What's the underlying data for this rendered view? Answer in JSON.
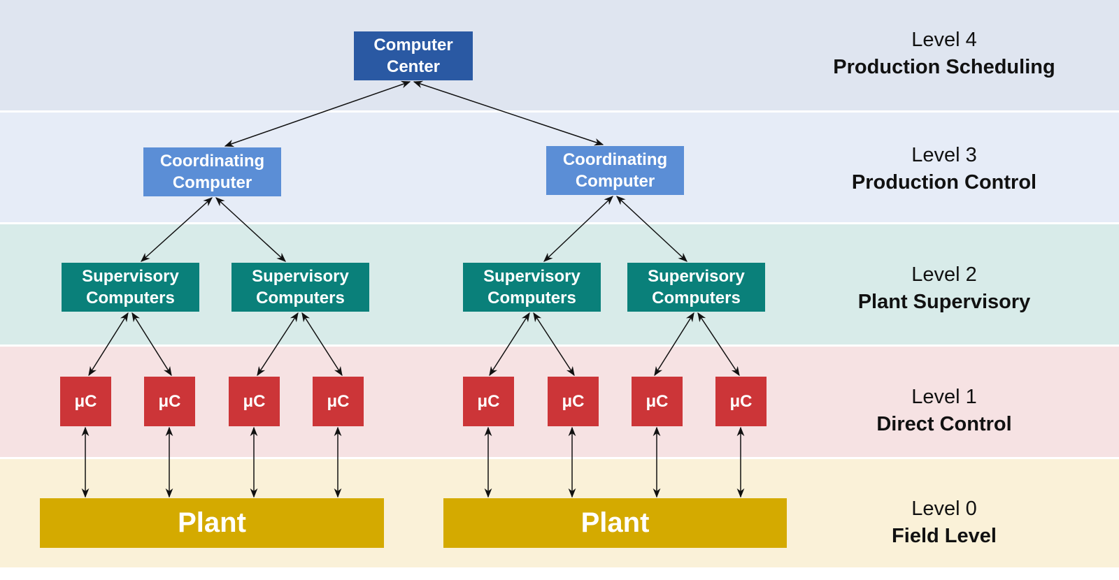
{
  "colors": {
    "computer_center": "#2a59a3",
    "coordinating": "#5b8ed6",
    "supervisory": "#0a807a",
    "microcontroller": "#cc3538",
    "plant": "#d4aa00"
  },
  "nodes": {
    "computer_center": "Computer\nCenter",
    "coordinating_left": "Coordinating\nComputer",
    "coordinating_right": "Coordinating\nComputer",
    "supervisory": [
      "Supervisory\nComputers",
      "Supervisory\nComputers",
      "Supervisory\nComputers",
      "Supervisory\nComputers"
    ],
    "microcontrollers": [
      "μC",
      "μC",
      "μC",
      "μC",
      "μC",
      "μC",
      "μC",
      "μC"
    ],
    "plants": [
      "Plant",
      "Plant"
    ]
  },
  "levels": [
    {
      "number": "Level 4",
      "name": "Production Scheduling"
    },
    {
      "number": "Level 3",
      "name": "Production Control"
    },
    {
      "number": "Level 2",
      "name": "Plant Supervisory"
    },
    {
      "number": "Level 1",
      "name": "Direct Control"
    },
    {
      "number": "Level 0",
      "name": "Field Level"
    }
  ]
}
